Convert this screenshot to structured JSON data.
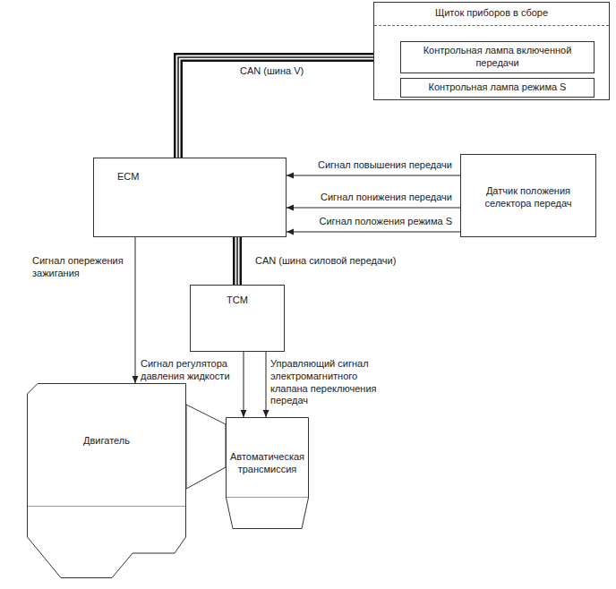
{
  "diagram": {
    "nodes": [
      {
        "text": [
          "Щиток приборов в сборе"
        ]
      },
      {
        "text": [
          "Контрольная лампа включенной передачи"
        ],
        "in": 0
      },
      {
        "text": [
          "Контрольная лампа режима S"
        ],
        "in": 0
      },
      {
        "text": [
          "ECM"
        ]
      },
      {
        "text": [
          "Датчик положения селектора передач"
        ]
      },
      {
        "text": [
          "TCM"
        ]
      },
      {
        "text": [
          "Двигатель"
        ]
      },
      {
        "text": [
          "Автоматическая трансмиссия"
        ]
      }
    ],
    "edges": [
      {
        "from": 3,
        "to": 0,
        "arrow": "none",
        "label": "CAN (шина V)"
      },
      {
        "from": 4,
        "to": 3,
        "arrow": "to",
        "label": "Сигнал повышения передачи"
      },
      {
        "from": 4,
        "to": 3,
        "arrow": "to",
        "label": "Сигнал понижения передачи"
      },
      {
        "from": 4,
        "to": 3,
        "arrow": "to",
        "label": "Сигнал положения режима S"
      },
      {
        "from": 3,
        "to": 5,
        "arrow": "none",
        "label": "CAN (шина силовой передачи)"
      },
      {
        "from": 3,
        "to": 6,
        "arrow": "to",
        "label": "Сигнал опережения зажигания"
      },
      {
        "from": 5,
        "to": 7,
        "arrow": "to",
        "label": "Сигнал регулятора давления жидкости"
      },
      {
        "from": 5,
        "to": 7,
        "arrow": "to",
        "label": "Управляющий сигнал электромагнитного клапана переключения передач"
      }
    ]
  }
}
